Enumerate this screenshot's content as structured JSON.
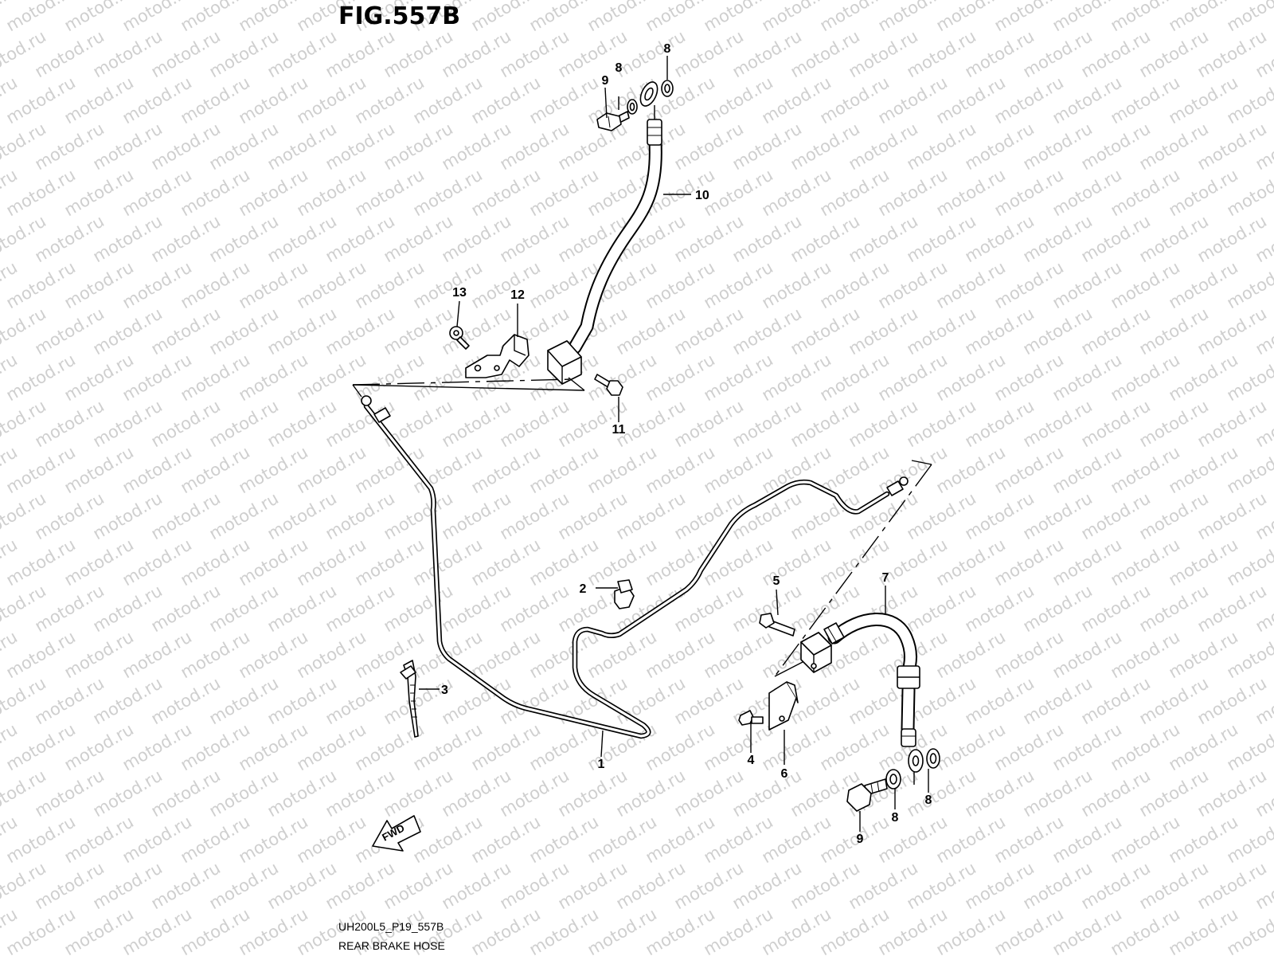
{
  "figure_title": "FIG.557B",
  "watermark": "motod.ru",
  "fwd_label": "FWD",
  "callouts": {
    "c1": "1",
    "c2": "2",
    "c3": "3",
    "c4": "4",
    "c5": "5",
    "c6": "6",
    "c7": "7",
    "c8a": "8",
    "c8b": "8",
    "c8c": "8",
    "c8d": "8",
    "c9a": "9",
    "c9b": "9",
    "c10": "10",
    "c11": "11",
    "c12": "12",
    "c13": "13"
  },
  "footer": {
    "code": "UH200L5_P19_557B",
    "caption": "REAR BRAKE HOSE"
  }
}
